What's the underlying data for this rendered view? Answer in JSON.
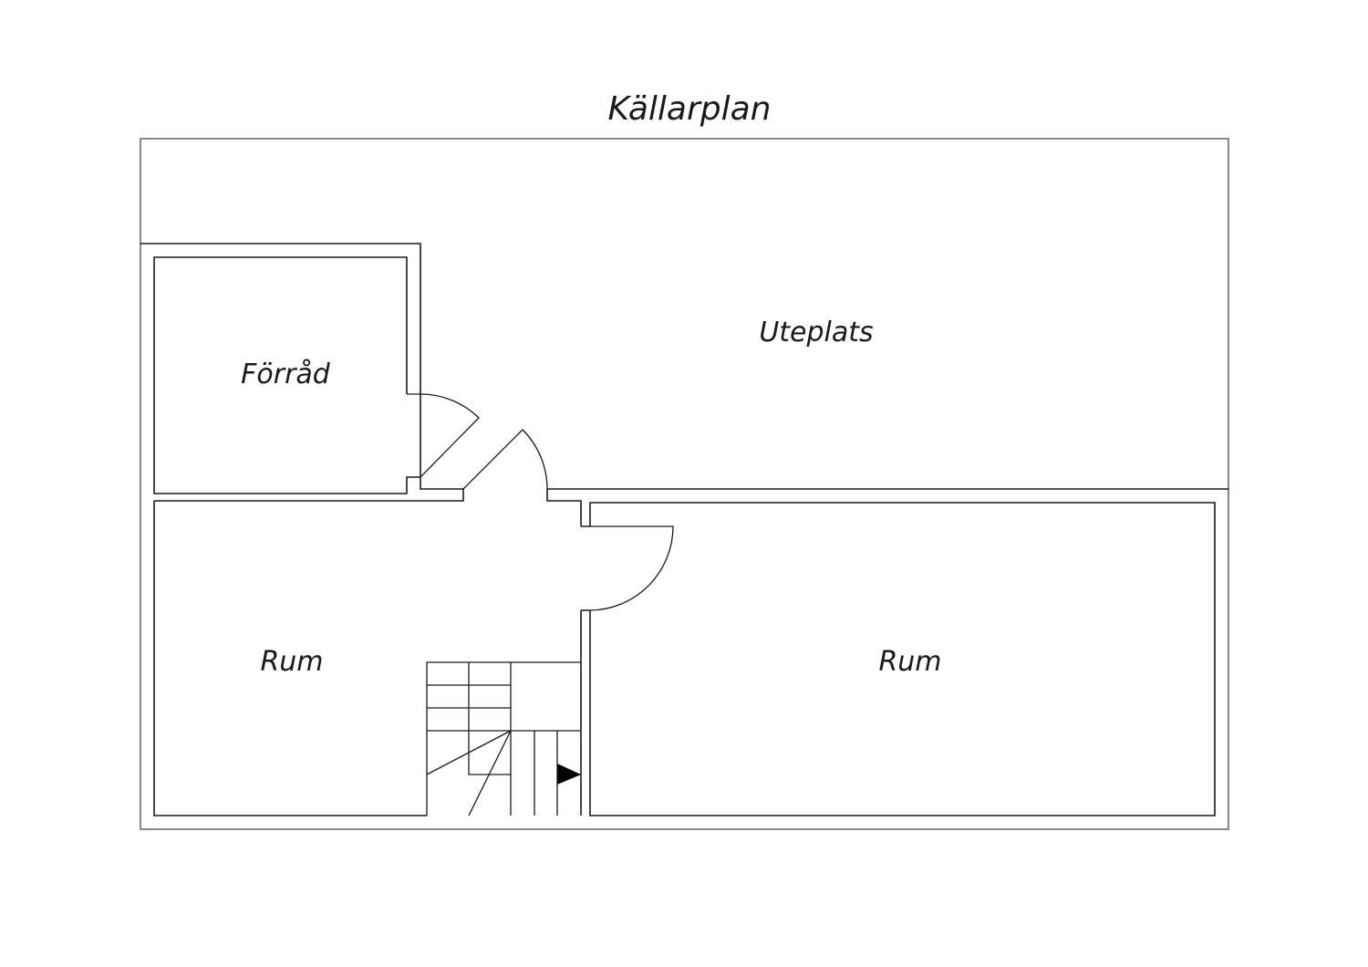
{
  "plan": {
    "title": "Källarplan",
    "rooms": {
      "storage": "Förråd",
      "patio": "Uteplats",
      "room_left": "Rum",
      "room_right": "Rum"
    }
  }
}
